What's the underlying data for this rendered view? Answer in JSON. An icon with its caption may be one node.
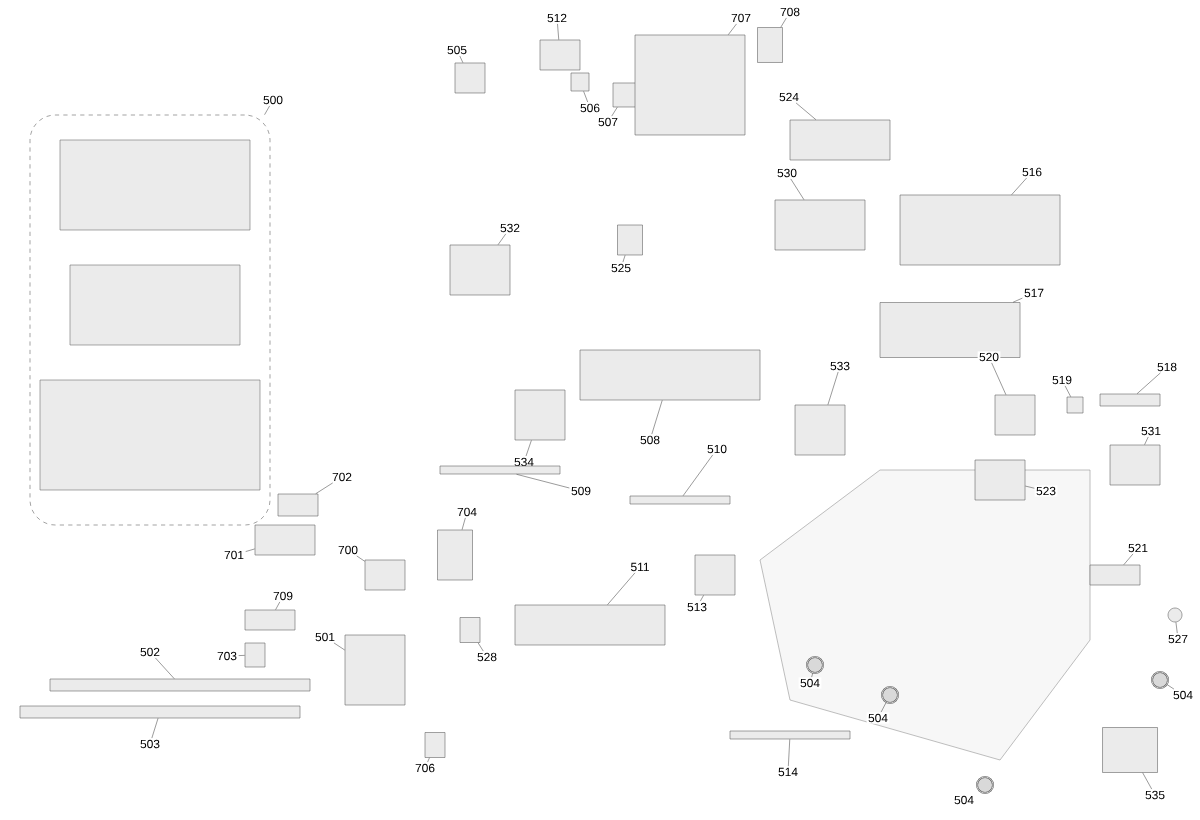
{
  "diagram": {
    "nodes": [
      {
        "text": [
          "500"
        ]
      },
      {
        "text": [],
        "shape": "box"
      },
      {
        "text": [
          "505"
        ]
      },
      {
        "text": [],
        "shape": "box"
      },
      {
        "text": [
          "512"
        ]
      },
      {
        "text": [],
        "shape": "box"
      },
      {
        "text": [
          "506"
        ]
      },
      {
        "text": [],
        "shape": "box"
      },
      {
        "text": [
          "507"
        ]
      },
      {
        "text": [],
        "shape": "box"
      },
      {
        "text": [
          "707"
        ]
      },
      {
        "text": [],
        "shape": "box"
      },
      {
        "text": [
          "708"
        ]
      },
      {
        "text": [],
        "shape": "box"
      },
      {
        "text": [
          "524"
        ]
      },
      {
        "text": [],
        "shape": "box"
      },
      {
        "text": [
          "516"
        ]
      },
      {
        "text": [],
        "shape": "box"
      },
      {
        "text": [
          "530"
        ]
      },
      {
        "text": [],
        "shape": "box"
      },
      {
        "text": [
          "525"
        ]
      },
      {
        "text": [],
        "shape": "box"
      },
      {
        "text": [
          "532"
        ]
      },
      {
        "text": [],
        "shape": "box"
      },
      {
        "text": [
          "517"
        ]
      },
      {
        "text": [],
        "shape": "box"
      },
      {
        "text": [
          "533"
        ]
      },
      {
        "text": [],
        "shape": "box"
      },
      {
        "text": [
          "520"
        ]
      },
      {
        "text": [],
        "shape": "box"
      },
      {
        "text": [
          "519"
        ]
      },
      {
        "text": [],
        "shape": "box"
      },
      {
        "text": [
          "518"
        ]
      },
      {
        "text": [],
        "shape": "box"
      },
      {
        "text": [
          "531"
        ]
      },
      {
        "text": [],
        "shape": "box"
      },
      {
        "text": [
          "508"
        ]
      },
      {
        "text": [],
        "shape": "box"
      },
      {
        "text": [
          "534"
        ]
      },
      {
        "text": [],
        "shape": "box"
      },
      {
        "text": [
          "510"
        ]
      },
      {
        "text": [],
        "shape": "box"
      },
      {
        "text": [
          "509"
        ]
      },
      {
        "text": [],
        "shape": "box"
      },
      {
        "text": [
          "523"
        ]
      },
      {
        "text": [],
        "shape": "box"
      },
      {
        "text": [
          "702"
        ]
      },
      {
        "text": [],
        "shape": "box"
      },
      {
        "text": [
          "704"
        ]
      },
      {
        "text": [],
        "shape": "box"
      },
      {
        "text": [
          "700"
        ]
      },
      {
        "text": [],
        "shape": "box"
      },
      {
        "text": [
          "701"
        ]
      },
      {
        "text": [],
        "shape": "box"
      },
      {
        "text": [
          "521"
        ]
      },
      {
        "text": [],
        "shape": "box"
      },
      {
        "text": [
          "511"
        ]
      },
      {
        "text": [],
        "shape": "box"
      },
      {
        "text": [
          "709"
        ]
      },
      {
        "text": [],
        "shape": "box"
      },
      {
        "text": [
          "501"
        ]
      },
      {
        "text": [],
        "shape": "box"
      },
      {
        "text": [
          "513"
        ]
      },
      {
        "text": [],
        "shape": "box"
      },
      {
        "text": [
          "527"
        ]
      },
      {
        "text": [],
        "shape": "circle"
      },
      {
        "text": [
          "502"
        ]
      },
      {
        "text": [],
        "shape": "box"
      },
      {
        "text": [
          "703"
        ]
      },
      {
        "text": [],
        "shape": "box"
      },
      {
        "text": [
          "528"
        ]
      },
      {
        "text": [],
        "shape": "box"
      },
      {
        "text": [
          "504"
        ]
      },
      {
        "text": [],
        "shape": "cylinder"
      },
      {
        "text": [
          "504"
        ]
      },
      {
        "text": [],
        "shape": "cylinder"
      },
      {
        "text": [
          "504"
        ]
      },
      {
        "text": [],
        "shape": "cylinder"
      },
      {
        "text": [
          "503"
        ]
      },
      {
        "text": [],
        "shape": "box"
      },
      {
        "text": [
          "706"
        ]
      },
      {
        "text": [],
        "shape": "box"
      },
      {
        "text": [
          "514"
        ]
      },
      {
        "text": [],
        "shape": "box"
      },
      {
        "text": [
          "535"
        ]
      },
      {
        "text": [],
        "shape": "box"
      },
      {
        "text": [
          "504"
        ]
      },
      {
        "text": [],
        "shape": "cylinder"
      }
    ],
    "edges": [
      {
        "from": 0,
        "to": 1,
        "arrow": "none"
      },
      {
        "from": 2,
        "to": 3,
        "arrow": "none"
      },
      {
        "from": 4,
        "to": 5,
        "arrow": "none"
      },
      {
        "from": 6,
        "to": 7,
        "arrow": "none"
      },
      {
        "from": 8,
        "to": 9,
        "arrow": "none"
      },
      {
        "from": 10,
        "to": 11,
        "arrow": "none"
      },
      {
        "from": 12,
        "to": 13,
        "arrow": "none"
      },
      {
        "from": 14,
        "to": 15,
        "arrow": "none"
      },
      {
        "from": 16,
        "to": 17,
        "arrow": "none"
      },
      {
        "from": 18,
        "to": 19,
        "arrow": "none"
      },
      {
        "from": 20,
        "to": 21,
        "arrow": "none"
      },
      {
        "from": 22,
        "to": 23,
        "arrow": "none"
      },
      {
        "from": 24,
        "to": 25,
        "arrow": "none"
      },
      {
        "from": 26,
        "to": 27,
        "arrow": "none"
      },
      {
        "from": 28,
        "to": 29,
        "arrow": "none"
      },
      {
        "from": 30,
        "to": 31,
        "arrow": "none"
      },
      {
        "from": 32,
        "to": 33,
        "arrow": "none"
      },
      {
        "from": 34,
        "to": 35,
        "arrow": "none"
      },
      {
        "from": 36,
        "to": 37,
        "arrow": "none"
      },
      {
        "from": 38,
        "to": 39,
        "arrow": "none"
      },
      {
        "from": 40,
        "to": 41,
        "arrow": "none"
      },
      {
        "from": 42,
        "to": 43,
        "arrow": "none"
      },
      {
        "from": 44,
        "to": 45,
        "arrow": "none"
      },
      {
        "from": 46,
        "to": 47,
        "arrow": "none"
      },
      {
        "from": 48,
        "to": 49,
        "arrow": "none"
      },
      {
        "from": 50,
        "to": 51,
        "arrow": "none"
      },
      {
        "from": 52,
        "to": 53,
        "arrow": "none"
      },
      {
        "from": 54,
        "to": 55,
        "arrow": "none"
      },
      {
        "from": 56,
        "to": 57,
        "arrow": "none"
      },
      {
        "from": 58,
        "to": 59,
        "arrow": "none"
      },
      {
        "from": 60,
        "to": 61,
        "arrow": "none"
      },
      {
        "from": 62,
        "to": 63,
        "arrow": "none"
      },
      {
        "from": 64,
        "to": 65,
        "arrow": "none"
      },
      {
        "from": 66,
        "to": 67,
        "arrow": "none"
      },
      {
        "from": 68,
        "to": 69,
        "arrow": "none"
      },
      {
        "from": 70,
        "to": 71,
        "arrow": "none"
      },
      {
        "from": 72,
        "to": 73,
        "arrow": "none"
      },
      {
        "from": 74,
        "to": 75,
        "arrow": "none"
      },
      {
        "from": 76,
        "to": 77,
        "arrow": "none"
      },
      {
        "from": 78,
        "to": 79,
        "arrow": "none"
      },
      {
        "from": 80,
        "to": 81,
        "arrow": "none"
      },
      {
        "from": 82,
        "to": 83,
        "arrow": "none"
      },
      {
        "from": 84,
        "to": 85,
        "arrow": "none"
      }
    ]
  }
}
